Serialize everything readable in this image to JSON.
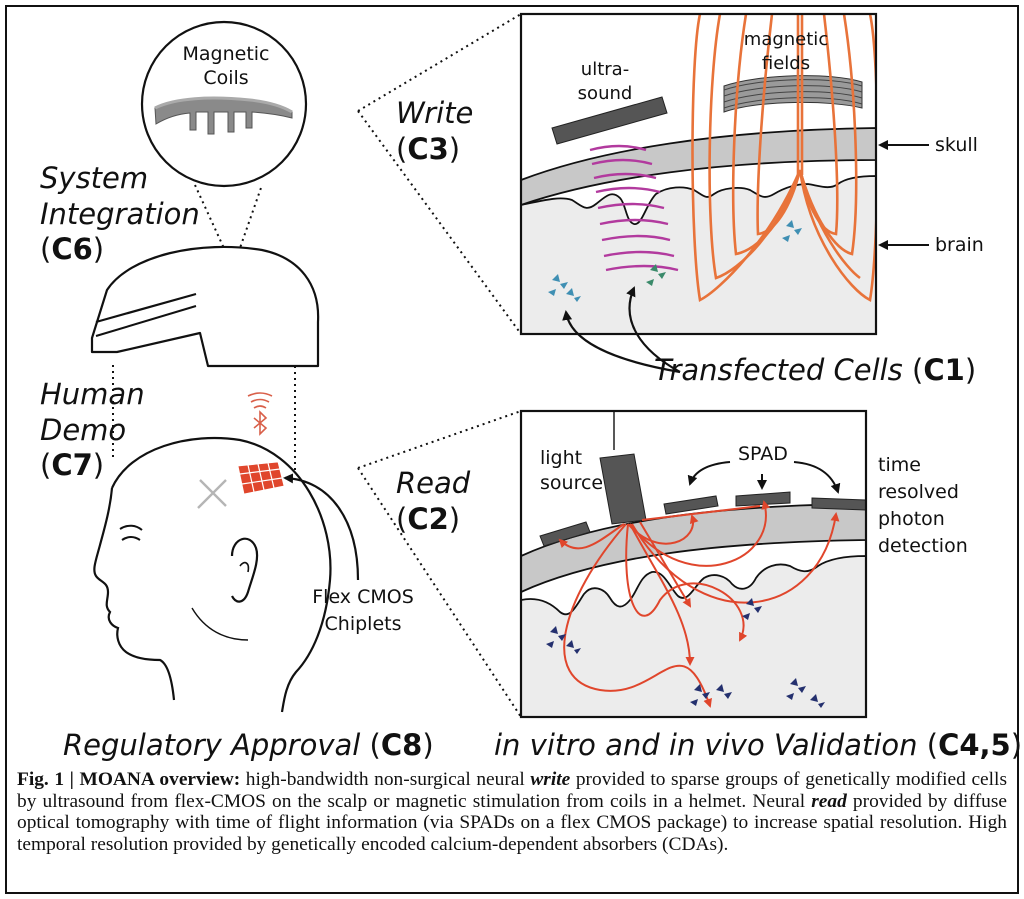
{
  "labels": {
    "magnetic_coils": "Magnetic\nCoils",
    "system_integration": "System\nIntegration",
    "c6": "C6",
    "human_demo": "Human\nDemo",
    "c7": "C7",
    "flex_cmos": "Flex CMOS\nChiplets",
    "regulatory": "Regulatory Approval",
    "c8": "C8",
    "write": "Write",
    "c3": "C3",
    "ultrasound": "ultra-\nsound",
    "magnetic_fields": "magnetic\nfields",
    "skull": "skull",
    "brain": "brain",
    "transfected": "Transfected Cells",
    "c1": "C1",
    "read": "Read",
    "c2": "C2",
    "light_source": "light\nsource",
    "spad": "SPAD",
    "time_resolved": "time\nresolved\nphoton\ndetection",
    "validation": "in vitro and in vivo Validation",
    "c45": "C4,5"
  },
  "caption": {
    "fig": "Fig. 1 | MOANA overview:",
    "t1": " high-bandwidth non-surgical neural ",
    "write": "write",
    "t2": " provided to sparse groups of genetically modified cells by ultrasound from flex-CMOS on the scalp or magnetic stimulation from coils in a helmet. Neural ",
    "read": "read",
    "t3": " provided by diffuse optical tomography with time of flight information (via SPADs on a flex CMOS package) to increase spatial resolution. High temporal resolution provided by genetically encoded calcium-dependent absorbers (CDAs)."
  },
  "colors": {
    "orange": "#e8733a",
    "red": "#e0462c",
    "magenta": "#b23a9e",
    "grey": "#c8c8c8",
    "dark": "#505050",
    "brain_fill": "#ececec",
    "cell_teal": "#3f8fb3",
    "cell_navy": "#24306e"
  }
}
